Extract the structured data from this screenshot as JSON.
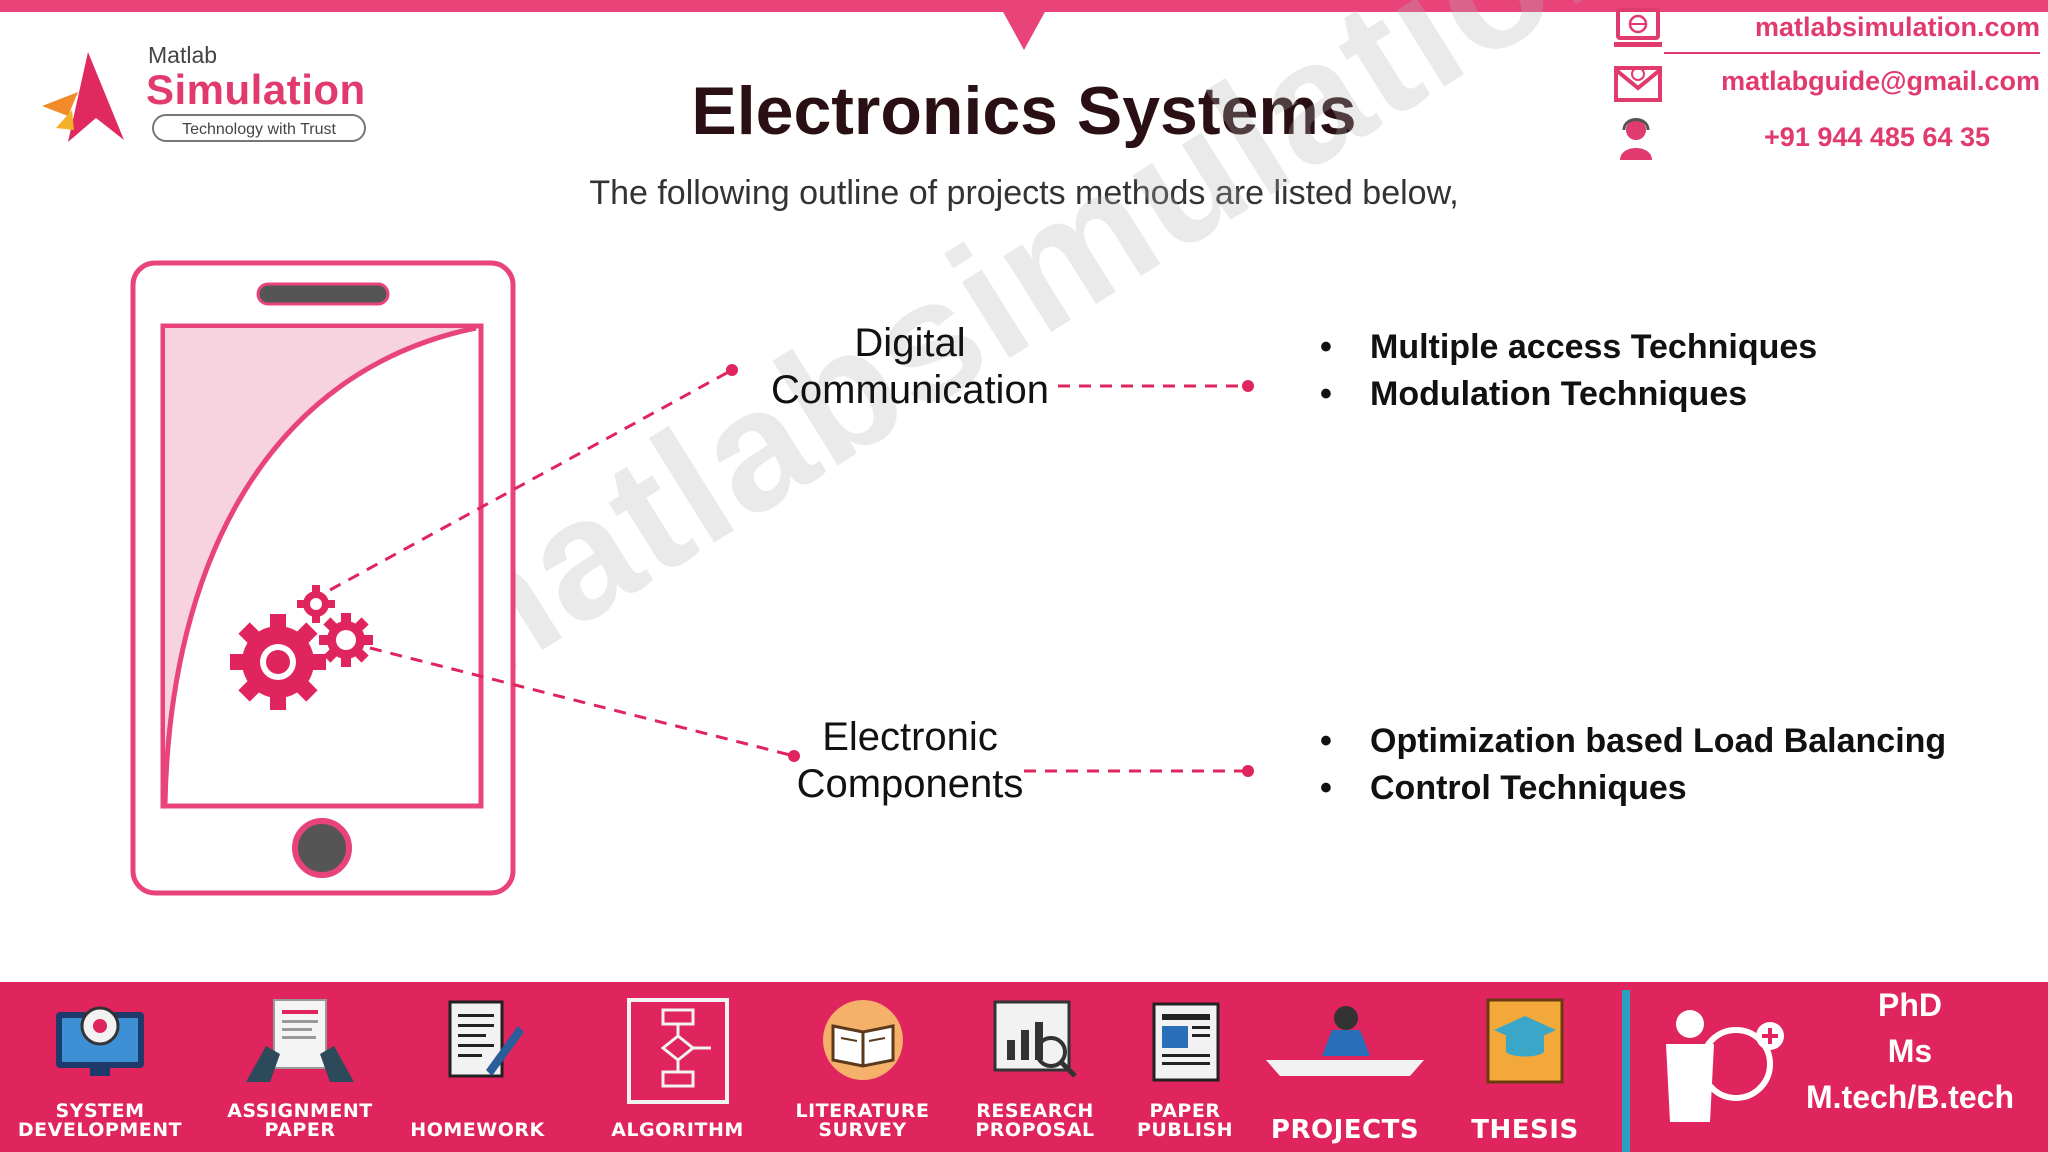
{
  "header": {
    "logo": {
      "small": "Matlab",
      "big": "Simulation",
      "tagline": "Technology with Trust"
    },
    "title": "Electronics Systems",
    "subtitle": "The following outline of projects methods are listed below,",
    "contact": {
      "website": "matlabsimulation.com",
      "email": "matlabguide@gmail.com",
      "phone": "+91 944 485 64 35"
    }
  },
  "diagram": {
    "nodes": [
      {
        "label_line1": "Digital",
        "label_line2": "Communication",
        "bullets": [
          "Multiple access Techniques",
          "Modulation Techniques"
        ]
      },
      {
        "label_line1": "Electronic",
        "label_line2": "Components",
        "bullets": [
          "Optimization based Load Balancing",
          "Control Techniques"
        ]
      }
    ]
  },
  "watermark": "matlabsimulation.com",
  "footer": {
    "items": [
      {
        "line1": "SYSTEM",
        "line2": "DEVELOPMENT",
        "icon": "monitor-gear-icon"
      },
      {
        "line1": "ASSIGNMENT",
        "line2": "PAPER",
        "icon": "assignment-paper-icon"
      },
      {
        "line1": "HOMEWORK",
        "line2": "",
        "icon": "homework-notepad-icon"
      },
      {
        "line1": "ALGORITHM",
        "line2": "",
        "icon": "flowchart-icon"
      },
      {
        "line1": "LITERATURE",
        "line2": "SURVEY",
        "icon": "open-book-icon"
      },
      {
        "line1": "RESEARCH",
        "line2": "PROPOSAL",
        "icon": "research-chart-icon"
      },
      {
        "line1": "PAPER",
        "line2": "PUBLISH",
        "icon": "newspaper-icon"
      },
      {
        "line1": "PROJECTS",
        "line2": "",
        "icon": "workbench-icon"
      },
      {
        "line1": "THESIS",
        "line2": "",
        "icon": "graduation-book-icon"
      }
    ],
    "degrees": [
      "PhD",
      "Ms",
      "M.tech/B.tech"
    ]
  },
  "colors": {
    "accent": "#e0245e",
    "brand": "#e03a6e",
    "title": "#2a1014",
    "divider": "#2a9fbf"
  }
}
